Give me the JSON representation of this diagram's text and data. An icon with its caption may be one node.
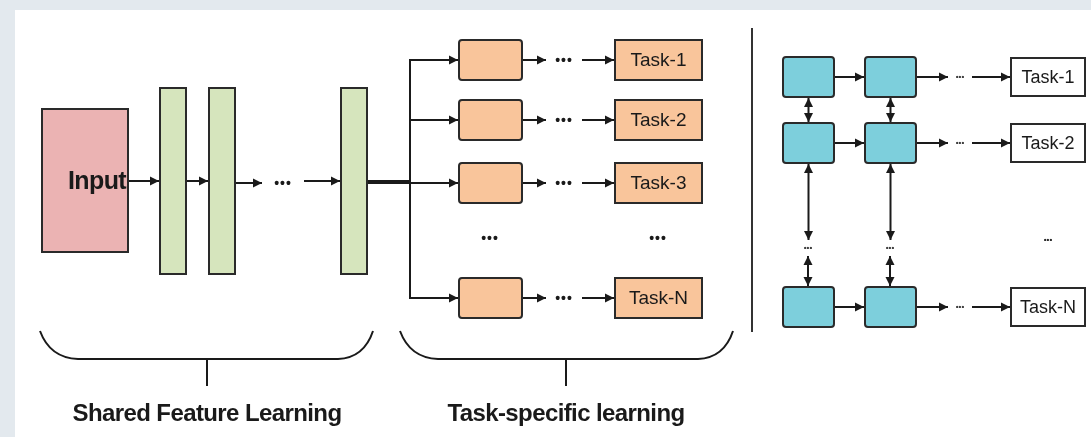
{
  "diagram": {
    "nodes": [
      {
        "text": [
          "Input"
        ]
      },
      {
        "text": [],
        "shape": "bar"
      },
      {
        "text": [],
        "shape": "bar"
      },
      {
        "text": [
          "•••"
        ]
      },
      {
        "text": [],
        "shape": "bar"
      },
      {
        "text": [],
        "shape": "box"
      },
      {
        "text": [],
        "shape": "box"
      },
      {
        "text": [],
        "shape": "box"
      },
      {
        "text": [],
        "shape": "box"
      },
      {
        "text": [
          "•••"
        ]
      },
      {
        "text": [
          "•••"
        ]
      },
      {
        "text": [
          "•••"
        ]
      },
      {
        "text": [
          "•••"
        ]
      },
      {
        "text": [
          "Task-1"
        ]
      },
      {
        "text": [
          "Task-2"
        ]
      },
      {
        "text": [
          "Task-3"
        ]
      },
      {
        "text": [
          "Task-N"
        ]
      },
      {
        "text": [],
        "shape": "box"
      },
      {
        "text": [],
        "shape": "box"
      },
      {
        "text": [],
        "shape": "box"
      },
      {
        "text": [],
        "shape": "box"
      },
      {
        "text": [
          "•••"
        ]
      },
      {
        "text": [
          "•••"
        ]
      },
      {
        "text": [],
        "shape": "box"
      },
      {
        "text": [],
        "shape": "box"
      },
      {
        "text": [
          "•••"
        ]
      },
      {
        "text": [
          "•••"
        ]
      },
      {
        "text": [
          "•••"
        ]
      },
      {
        "text": [
          "Task-1"
        ]
      },
      {
        "text": [
          "Task-2"
        ]
      },
      {
        "text": [
          "Task-N"
        ]
      }
    ],
    "edges": [
      {
        "from": 0,
        "to": 1,
        "arrow": "to"
      },
      {
        "from": 1,
        "to": 2,
        "arrow": "to"
      },
      {
        "from": 2,
        "to": 3,
        "arrow": "to"
      },
      {
        "from": 3,
        "to": 4,
        "arrow": "to"
      },
      {
        "from": 4,
        "to": 5,
        "arrow": "to"
      },
      {
        "from": 4,
        "to": 6,
        "arrow": "to"
      },
      {
        "from": 4,
        "to": 7,
        "arrow": "to"
      },
      {
        "from": 4,
        "to": 8,
        "arrow": "to"
      },
      {
        "from": 5,
        "to": 9,
        "arrow": "to"
      },
      {
        "from": 9,
        "to": 13,
        "arrow": "to"
      },
      {
        "from": 6,
        "to": 10,
        "arrow": "to"
      },
      {
        "from": 10,
        "to": 14,
        "arrow": "to"
      },
      {
        "from": 7,
        "to": 11,
        "arrow": "to"
      },
      {
        "from": 11,
        "to": 15,
        "arrow": "to"
      },
      {
        "from": 8,
        "to": 12,
        "arrow": "to"
      },
      {
        "from": 12,
        "to": 16,
        "arrow": "to"
      },
      {
        "from": 17,
        "to": 18,
        "arrow": "to"
      },
      {
        "from": 18,
        "to": 25,
        "arrow": "to"
      },
      {
        "from": 25,
        "to": 28,
        "arrow": "to"
      },
      {
        "from": 19,
        "to": 20,
        "arrow": "to"
      },
      {
        "from": 20,
        "to": 26,
        "arrow": "to"
      },
      {
        "from": 26,
        "to": 29,
        "arrow": "to"
      },
      {
        "from": 23,
        "to": 24,
        "arrow": "to"
      },
      {
        "from": 24,
        "to": 27,
        "arrow": "to"
      },
      {
        "from": 27,
        "to": 30,
        "arrow": "to"
      },
      {
        "from": 17,
        "to": 19,
        "arrow": "both"
      },
      {
        "from": 18,
        "to": 20,
        "arrow": "both"
      },
      {
        "from": 19,
        "to": 21,
        "arrow": "both"
      },
      {
        "from": 20,
        "to": 22,
        "arrow": "both"
      },
      {
        "from": 21,
        "to": 23,
        "arrow": "both"
      },
      {
        "from": 22,
        "to": 24,
        "arrow": "both"
      }
    ],
    "labels": [
      "•••",
      "•••",
      "•••",
      "Shared Feature Learning",
      "Task-specific learning"
    ]
  }
}
